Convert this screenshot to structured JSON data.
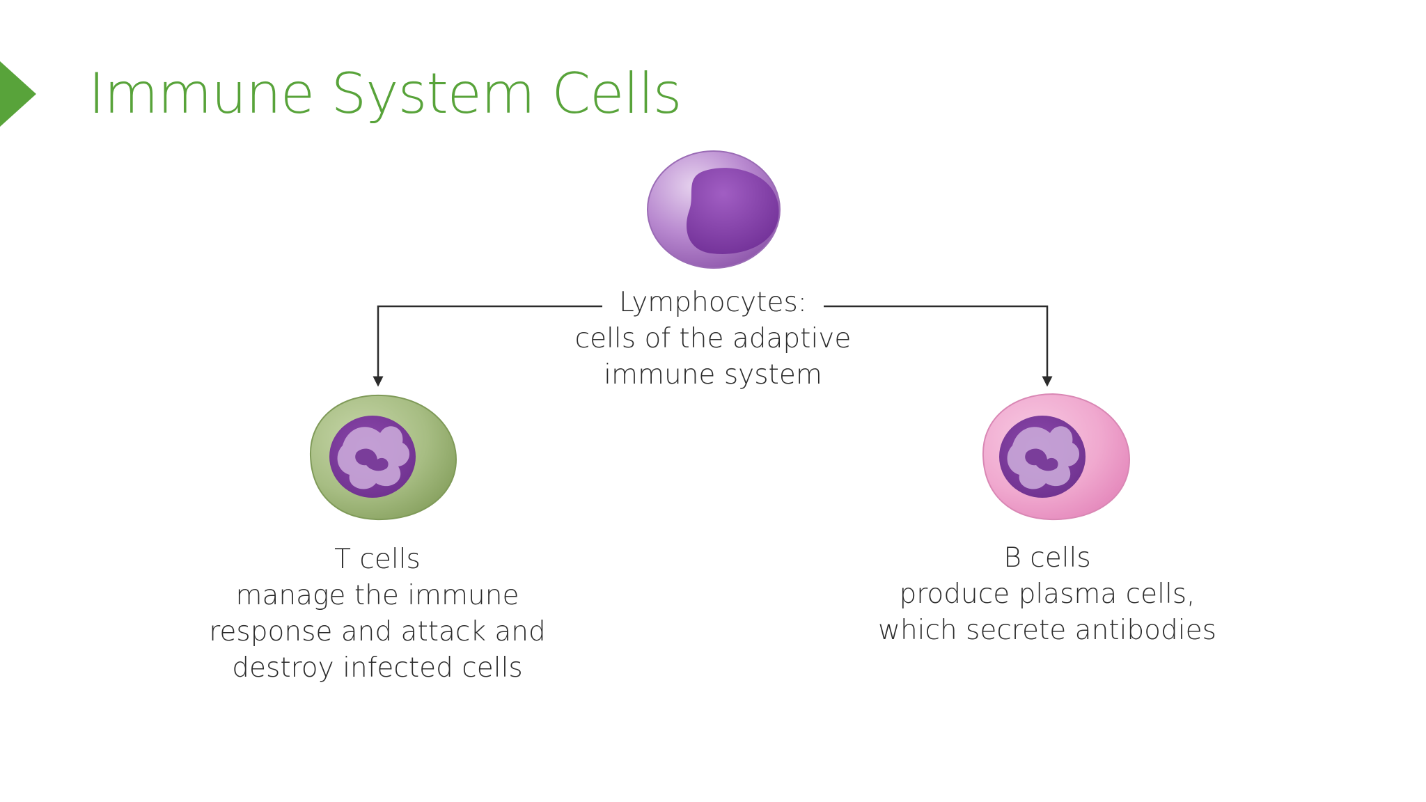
{
  "slide": {
    "title": "Immune System Cells",
    "accent_color": "#58a33a"
  },
  "diagram": {
    "root": {
      "lines": [
        "Lymphocytes:",
        "cells of the adaptive",
        "immune system"
      ],
      "cell_color": "#9b5cb8",
      "nucleus_color": "#7a35a0"
    },
    "children": [
      {
        "lines": [
          "T cells",
          "manage the immune",
          "response and attack and",
          "destroy infected cells"
        ],
        "cell_color": "#9cb574",
        "nucleus_color": "#7b3f9a"
      },
      {
        "lines": [
          "B cells",
          "produce plasma cells,",
          "which secrete antibodies"
        ],
        "cell_color": "#f0a8cf",
        "nucleus_color": "#7b3f9a"
      }
    ],
    "connector_color": "#2b2b2b"
  }
}
